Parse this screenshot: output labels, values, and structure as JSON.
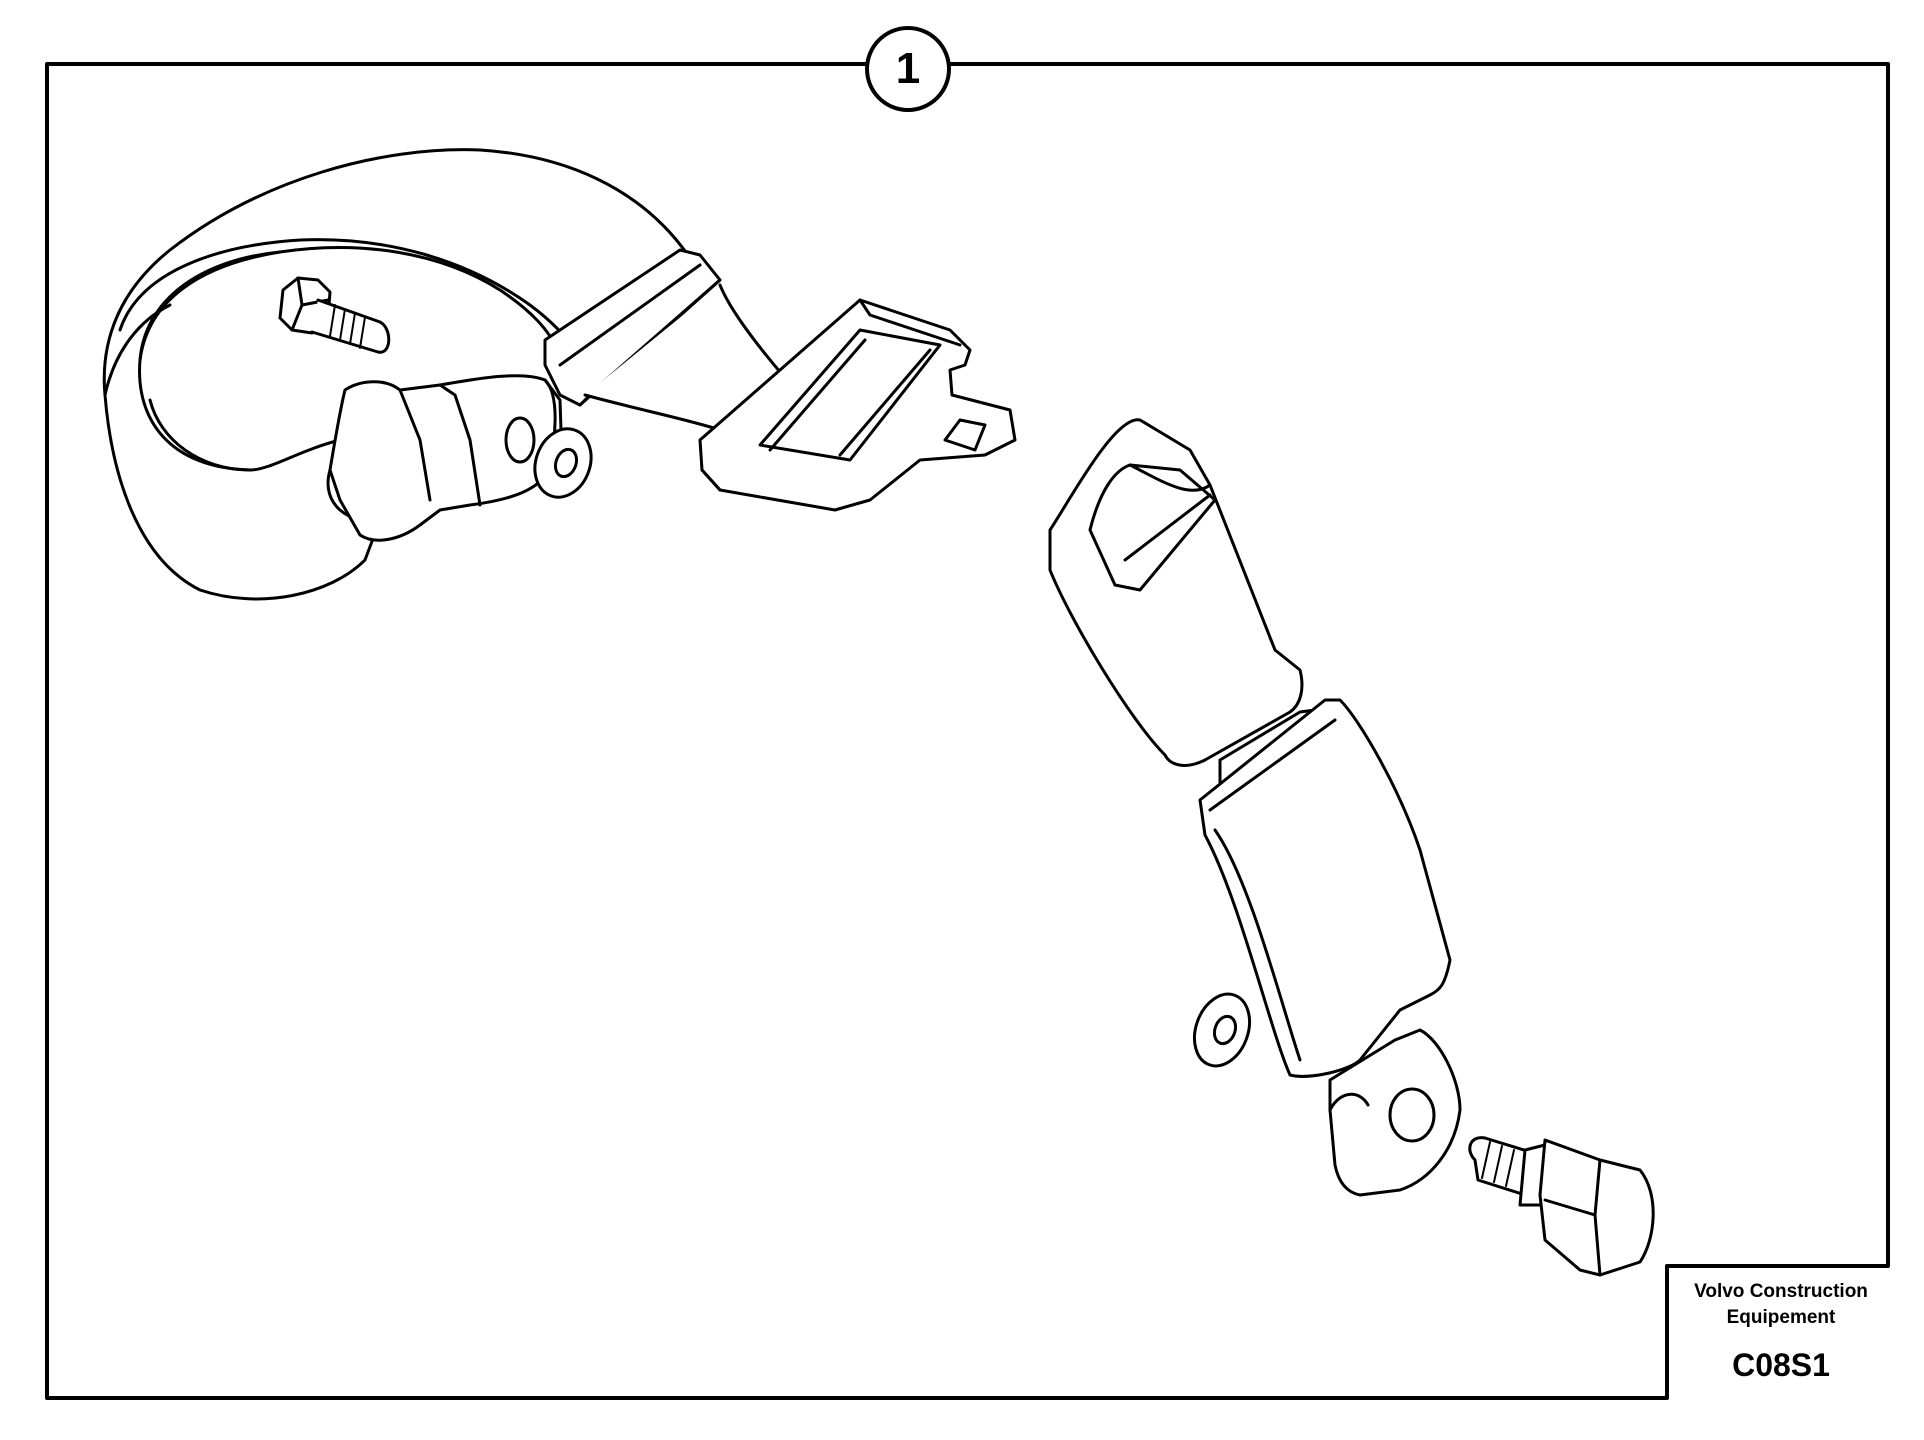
{
  "callout": {
    "number": "1"
  },
  "title_block": {
    "company": "Volvo Construction Equipement",
    "drawing_code": "C08S1"
  },
  "colors": {
    "line": "#000000",
    "background": "#ffffff"
  }
}
